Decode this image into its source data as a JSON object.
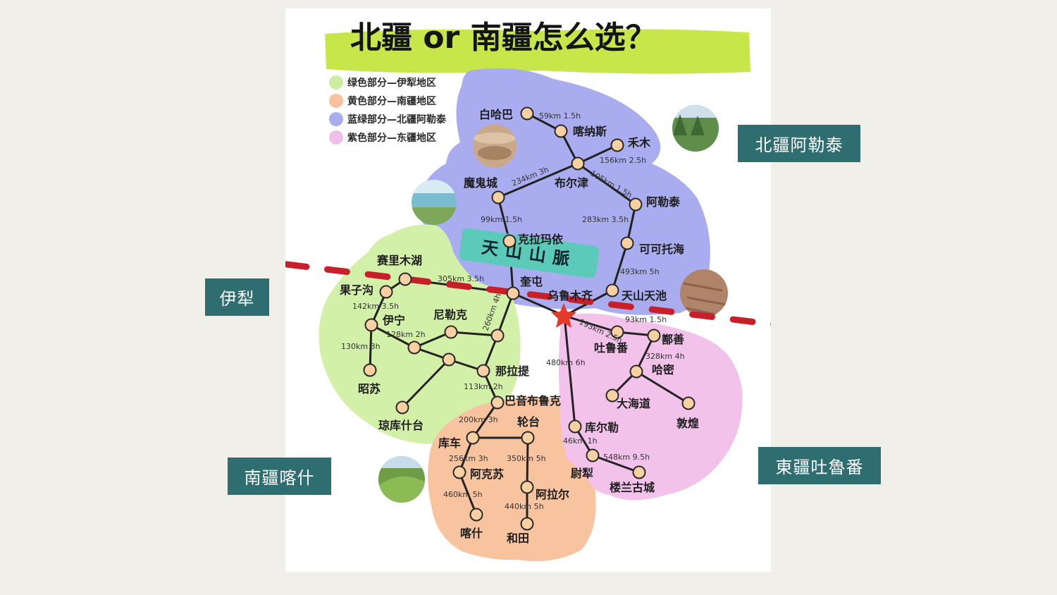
{
  "title": "北疆 or 南疆怎么选？",
  "legend": [
    {
      "text": "绿色部分—伊犁地区",
      "color": "#cdeea0"
    },
    {
      "text": "黄色部分—南疆地区",
      "color": "#f7c29c"
    },
    {
      "text": "蓝绿部分—北疆阿勒泰",
      "color": "#a9adf0"
    },
    {
      "text": "紫色部分—东疆地区",
      "color": "#f1c0e8"
    }
  ],
  "mountain_banner": "天山山脈",
  "side_labels": {
    "north": "北疆阿勒泰",
    "yili": "伊犁",
    "south": "南疆喀什",
    "east": "東疆吐魯番"
  },
  "colors": {
    "region_north": "#a9adf0",
    "region_yili": "#d3f0a8",
    "region_south": "#f8c4a0",
    "region_east": "#f2c2ea",
    "route_line": "#222222",
    "node_fill": "#f8d0a2",
    "node_stroke": "#2a2a2a",
    "divider": "#c8202a",
    "banner": "#5ccab8",
    "title_highlight": "#c6e64a",
    "side_label_bg": "#2f6e70"
  },
  "cities": {
    "baihaba": "白哈巴",
    "kanas": "喀纳斯",
    "hemu": "禾木",
    "burqin": "布尔津",
    "mogui": "魔鬼城",
    "altay": "阿勒泰",
    "keketuohai": "可可托海",
    "karamay": "克拉玛依",
    "kuitun": "奎屯",
    "urumqi": "乌鲁木齐",
    "tianchi": "天山天池",
    "sayram": "赛里木湖",
    "guozigou": "果子沟",
    "yining": "伊宁",
    "nileke": "尼勒克",
    "zhaosu": "昭苏",
    "qiongkushitai": "琼库什台",
    "nalati": "那拉提",
    "bayinbuluke": "巴音布鲁克",
    "turpan": "吐鲁番",
    "shanshan": "鄯善",
    "hami": "哈密",
    "dahaidao": "大海道",
    "dunhuang": "敦煌",
    "korla": "库尔勒",
    "yuli": "尉犁",
    "loulan": "楼兰古城",
    "luntai": "轮台",
    "kuche": "库车",
    "akesu": "阿克苏",
    "kashi": "喀什",
    "alaer": "阿拉尔",
    "hetian": "和田"
  },
  "routes": {
    "baihaba_kanas": "59km 1.5h",
    "kanas_hemu": "156km 2.5h",
    "burqin_mogui": "234km 3h",
    "burqin_altay": "105km 1.5h",
    "mogui_karamay": "99km 1.5h",
    "altay_keketuohai": "283km 3.5h",
    "keketuohai_tianchi": "493km 5h",
    "sayram_kuitun": "305km 3.5h",
    "guozigou_yining": "142km 3.5h",
    "yining_junction": "128km 2h",
    "yining_zhaosu": "130km 3h",
    "kuitun_nalati": "260km 4h",
    "nalati_bayinbuluke": "113km 2h",
    "urumqi_turpan": "193km 2.5h",
    "turpan_shanshan": "93km 1.5h",
    "shanshan_hami": "328km 4h",
    "urumqi_korla": "480km 6h",
    "korla_yuli": "46km 1h",
    "yuli_loulan": "548km 9.5h",
    "bayinbuluke_kuche": "200km 3h",
    "kuche_akesu": "256km 3h",
    "luntai_alaer": "350km 5h",
    "akesu_kashi": "460km 5h",
    "alaer_hetian": "440km 5h"
  },
  "photos": [
    {
      "name": "desert-photo",
      "color": "#c9a98a"
    },
    {
      "name": "lake-photo",
      "color": "#7bbccf"
    },
    {
      "name": "forest-photo",
      "color": "#5f8d4a"
    },
    {
      "name": "rock-photo",
      "color": "#b08469"
    },
    {
      "name": "meadow-photo",
      "color": "#6f9d46"
    }
  ]
}
